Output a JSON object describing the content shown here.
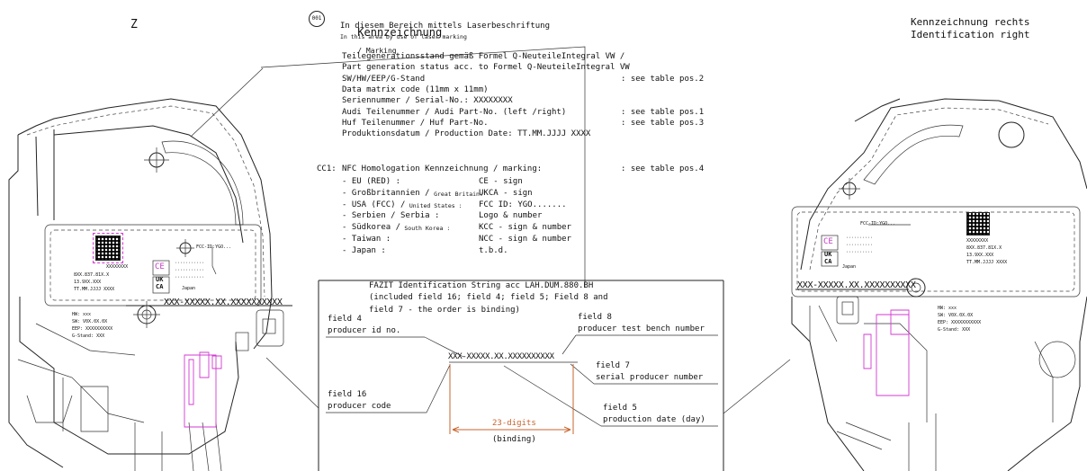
{
  "view_label_left": "Z",
  "view_label_right": {
    "line1": "Kennzeichnung rechts",
    "line2": "Identification right"
  },
  "marking": {
    "badge": "001",
    "title": "Kennzeichnung",
    "title_en": "/ Marking",
    "sub1": "In diesem Bereich mittels Laserbeschriftung",
    "sub2": "In this area by use of laser marking"
  },
  "spec_lines": [
    {
      "text": "Teilegenerationsstand gemäß Formel Q-NeuteileIntegral VW /",
      "ref": ""
    },
    {
      "text": "Part generation status acc. to Formel Q-NeuteileIntegral VW",
      "ref": ""
    },
    {
      "text": "SW/HW/EEP/G-Stand",
      "ref": ": see table pos.2"
    },
    {
      "text": "Data matrix code (11mm x 11mm)",
      "ref": ""
    },
    {
      "text": "Seriennummer / Serial-No.: XXXXXXXX",
      "ref": ""
    },
    {
      "text": "Audi Teilenummer / Audi Part-No. (left /right)",
      "ref": ": see table pos.1"
    },
    {
      "text": "Huf Teilenummer / Huf Part-No.",
      "ref": ": see table pos.3"
    },
    {
      "text": "Produktionsdatum / Production Date: TT.MM.JJJJ XXXX",
      "ref": ""
    }
  ],
  "cc1": {
    "label": "CC1:",
    "text": "NFC Homologation Kennzeichnung / marking:",
    "ref": ": see table pos.4",
    "rows": [
      {
        "country": "- EU (RED) :",
        "country_en": "",
        "value": "CE - sign"
      },
      {
        "country": "- Großbritannien /",
        "country_en": "Great Britain:",
        "value": "UKCA - sign"
      },
      {
        "country": "- USA (FCC) /",
        "country_en": "United States :",
        "value": "FCC ID: YGO......."
      },
      {
        "country": "- Serbien / Serbia :",
        "country_en": "",
        "value": "Logo & number"
      },
      {
        "country": "- Südkorea /",
        "country_en": "South Korea :",
        "value": "KCC - sign & number"
      },
      {
        "country": "- Taiwan :",
        "country_en": "",
        "value": "NCC - sign & number"
      },
      {
        "country": "- Japan :",
        "country_en": "",
        "value": "t.b.d."
      }
    ]
  },
  "fazit": {
    "line1": "FAZIT Identification String acc LAH.DUM.880.BH",
    "line2": "(included field 16; field 4; field 5; Field 8 and",
    "line3": "field 7 - the order is binding)",
    "string": "XXX-XXXXX.XX.XXXXXXXXXX",
    "field4": "field 4",
    "field4_desc": "producer id no.",
    "field8": "field 8",
    "field8_desc": "producer test bench number",
    "field7": "field 7",
    "field7_desc": "serial producer number",
    "field16": "field 16",
    "field16_desc": "producer code",
    "field5": "field 5",
    "field5_desc": "production date (day)",
    "digits": "23-digits",
    "binding": "(binding)"
  },
  "left_part": {
    "serial": "XXXXXXXX",
    "part_no": "8XX.837.81X.X",
    "code": "13.9XX.XXX",
    "date": "TT.MM.JJJJ XXXX",
    "fcc": "FCC-ID:YGO...",
    "ce": "CE",
    "ukca_top": "UK",
    "ukca_bot": "CA",
    "japan": "Japan",
    "fazit_string": "XXX-XXXXX.XX.XXXXXXXXXX",
    "hw": "HW: xxx",
    "sw": "SW: V0X.0X.0X",
    "eep": "EEP: XXXXXXXXXX",
    "gstand": "G-Stand: XXX"
  },
  "right_part": {
    "serial": "XXXXXXXX",
    "part_no": "8XX.837.81X.X",
    "code": "13.9XX.XXX",
    "date": "TT.MM.JJJJ XXXX",
    "fcc": "FCC-ID:YGO...",
    "ce": "CE",
    "ukca_top": "UK",
    "ukca_bot": "CA",
    "japan": "Japan",
    "fazit_string": "XXX-XXXXX.XX.XXXXXXXXXX",
    "hw": "HW: xxx",
    "sw": "SW: V0X.0X.0X",
    "eep": "EEP: XXXXXXXXXXX",
    "gstand": "G-Stand: XXX"
  }
}
